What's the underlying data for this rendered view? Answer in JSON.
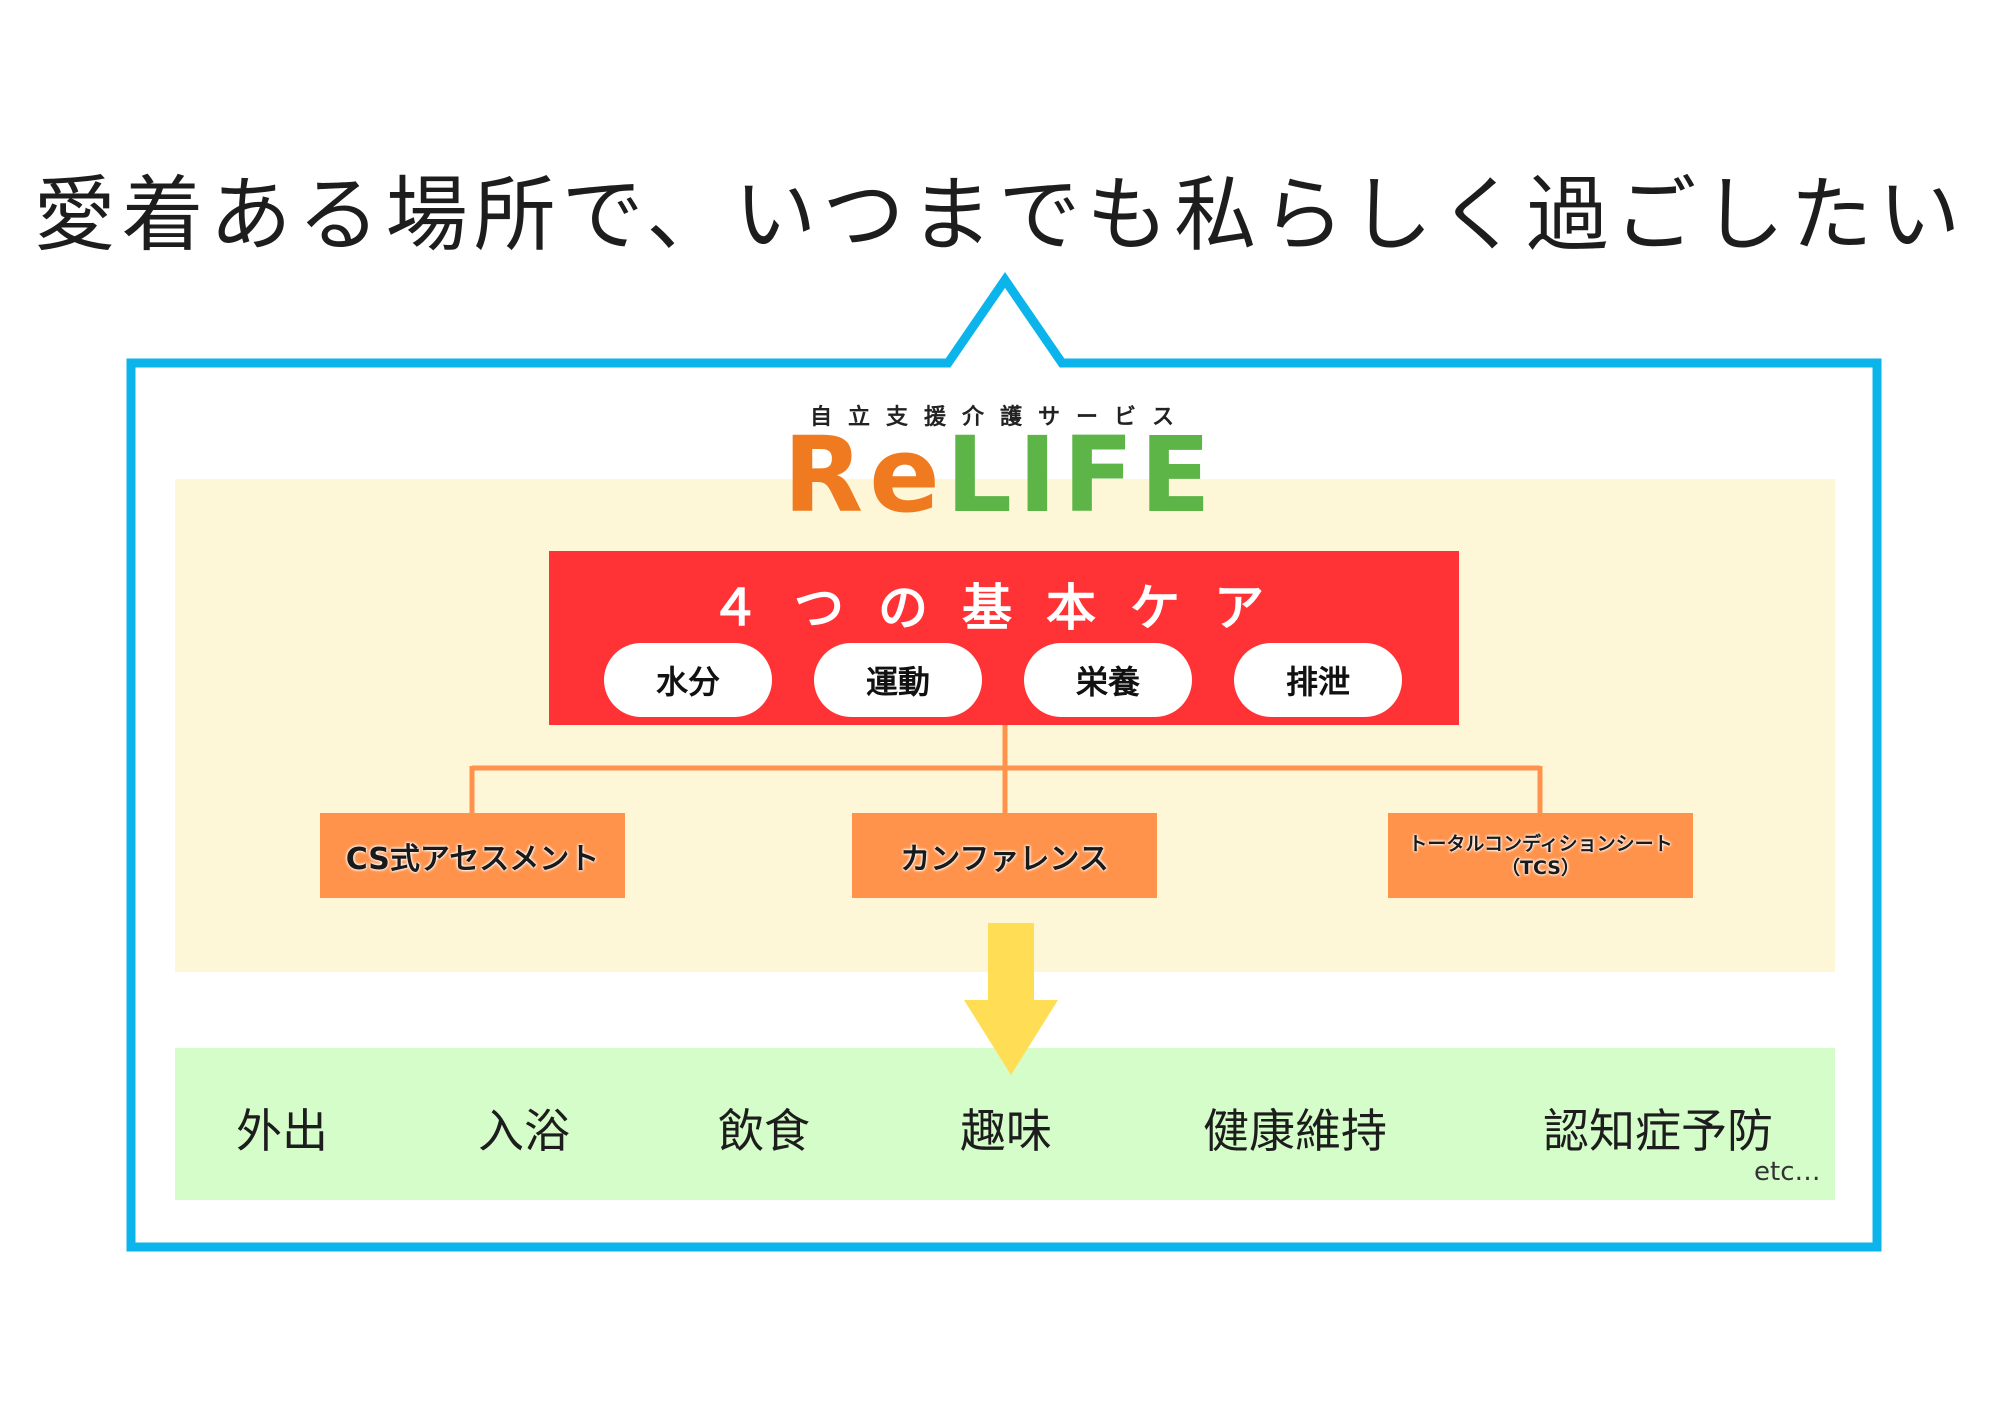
{
  "headline": "愛着ある場所で、いつまでも私らしく過ごしたい",
  "colors": {
    "bubble_border": "#0cb4ec",
    "panel_yellow": "#fdf7d8",
    "panel_green": "#d5fdc9",
    "care_red": "#ff3336",
    "process_orange": "#ff934b",
    "arrow_yellow": "#ffdd55",
    "logo_orange": "#ef7a1f",
    "logo_green": "#5db548"
  },
  "brand": {
    "subtitle": "自立支援介護サービス",
    "logo_re": "Re",
    "logo_life": "LIFE"
  },
  "basic_care": {
    "title": "４つの基本ケア",
    "items": [
      "水分",
      "運動",
      "栄養",
      "排泄"
    ]
  },
  "processes": [
    {
      "label": "CS式アセスメント"
    },
    {
      "label": "カンファレンス"
    },
    {
      "label_line1": "トータルコンディションシート",
      "label_line2": "（TCS）"
    }
  ],
  "outcomes": {
    "items": [
      "外出",
      "入浴",
      "飲食",
      "趣味",
      "健康維持",
      "認知症予防"
    ],
    "etc": "etc…"
  }
}
